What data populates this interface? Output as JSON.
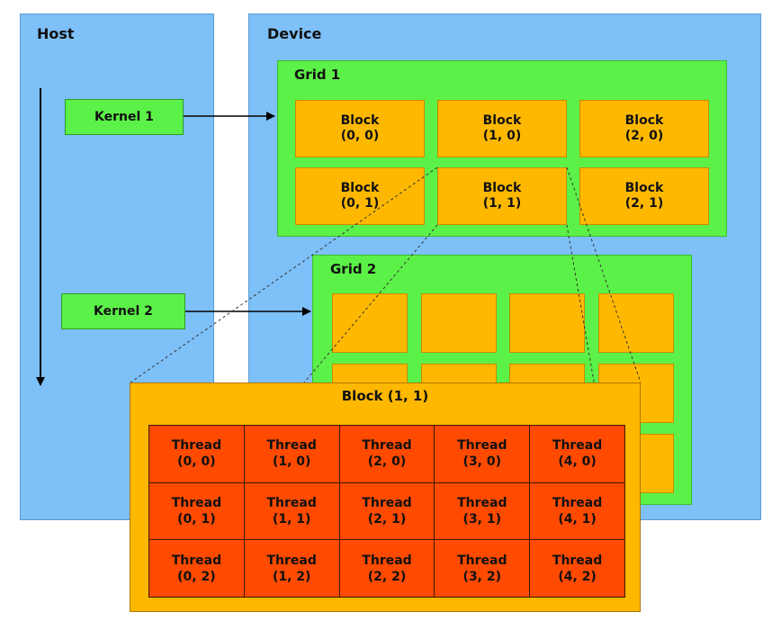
{
  "host": {
    "title": "Host"
  },
  "device": {
    "title": "Device"
  },
  "kernels": [
    {
      "label": "Kernel 1"
    },
    {
      "label": "Kernel 2"
    }
  ],
  "grid1": {
    "title": "Grid 1",
    "blocks": [
      {
        "line1": "Block",
        "line2": "(0, 0)"
      },
      {
        "line1": "Block",
        "line2": "(1, 0)"
      },
      {
        "line1": "Block",
        "line2": "(2, 0)"
      },
      {
        "line1": "Block",
        "line2": "(0, 1)"
      },
      {
        "line1": "Block",
        "line2": "(1, 1)"
      },
      {
        "line1": "Block",
        "line2": "(2, 1)"
      }
    ]
  },
  "grid2": {
    "title": "Grid 2"
  },
  "expanded_block": {
    "title": "Block (1, 1)",
    "threads": [
      {
        "line1": "Thread",
        "line2": "(0, 0)"
      },
      {
        "line1": "Thread",
        "line2": "(1, 0)"
      },
      {
        "line1": "Thread",
        "line2": "(2, 0)"
      },
      {
        "line1": "Thread",
        "line2": "(3, 0)"
      },
      {
        "line1": "Thread",
        "line2": "(4, 0)"
      },
      {
        "line1": "Thread",
        "line2": "(0, 1)"
      },
      {
        "line1": "Thread",
        "line2": "(1, 1)"
      },
      {
        "line1": "Thread",
        "line2": "(2, 1)"
      },
      {
        "line1": "Thread",
        "line2": "(3, 1)"
      },
      {
        "line1": "Thread",
        "line2": "(4, 1)"
      },
      {
        "line1": "Thread",
        "line2": "(0, 2)"
      },
      {
        "line1": "Thread",
        "line2": "(1, 2)"
      },
      {
        "line1": "Thread",
        "line2": "(2, 2)"
      },
      {
        "line1": "Thread",
        "line2": "(3, 2)"
      },
      {
        "line1": "Thread",
        "line2": "(4, 2)"
      }
    ]
  },
  "colors": {
    "panel": "#7ec0f8",
    "grid": "#5cf148",
    "block": "#ffb800",
    "thread": "#ff4a00"
  }
}
